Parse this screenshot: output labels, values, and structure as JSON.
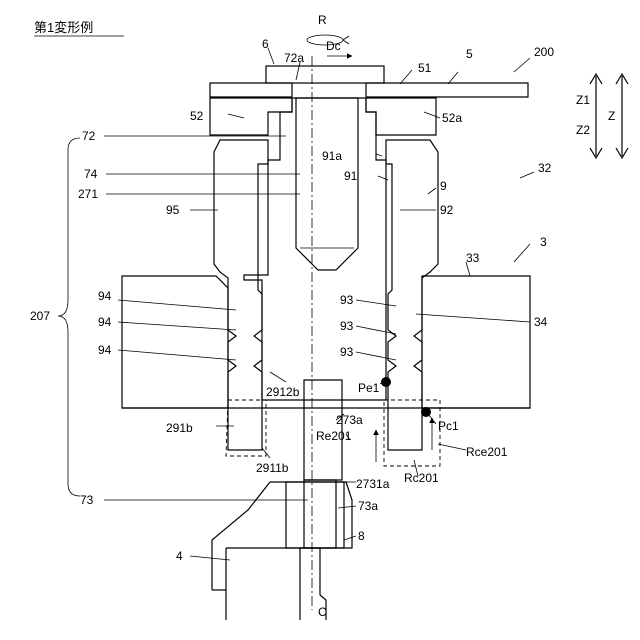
{
  "title": "第1変形例",
  "labels": {
    "R": "R",
    "Dc": "Dc",
    "n6": "6",
    "n72a": "72a",
    "n5": "5",
    "n51": "51",
    "n200": "200",
    "n52": "52",
    "n52a": "52a",
    "n72": "72",
    "n74": "74",
    "n271": "271",
    "n91a": "91a",
    "n91": "91",
    "n32": "32",
    "n9": "9",
    "n95": "95",
    "n92": "92",
    "n3": "3",
    "n33": "33",
    "n207": "207",
    "n94a": "94",
    "n94b": "94",
    "n94c": "94",
    "n93a": "93",
    "n93b": "93",
    "n93c": "93",
    "n34": "34",
    "n2912b": "2912b",
    "Pe1": "Pe1",
    "Pc1": "Pc1",
    "n273a": "273a",
    "n291b": "291b",
    "Re201": "Re201",
    "Rce201": "Rce201",
    "n2911b": "2911b",
    "Rc201": "Rc201",
    "n2731a": "2731a",
    "n73": "73",
    "n73a": "73a",
    "n8": "8",
    "n4": "4",
    "C": "C",
    "Z1": "Z1",
    "Z2": "Z2",
    "Z": "Z"
  }
}
